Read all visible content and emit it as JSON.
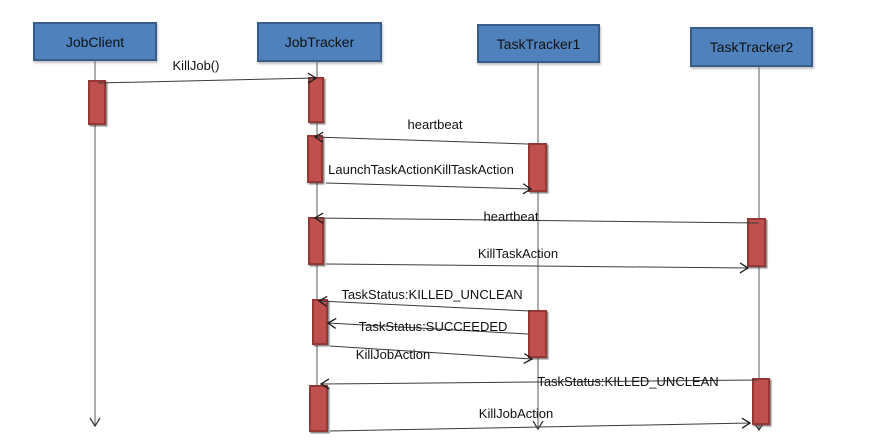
{
  "diagram": {
    "type": "uml-sequence-diagram",
    "actors": [
      {
        "name": "JobClient"
      },
      {
        "name": "JobTracker"
      },
      {
        "name": "TaskTracker1"
      },
      {
        "name": "TaskTracker2"
      }
    ],
    "messages": [
      {
        "label": "KillJob()",
        "from": "JobClient",
        "to": "JobTracker"
      },
      {
        "label": "heartbeat",
        "from": "TaskTracker1",
        "to": "JobTracker"
      },
      {
        "label": "LaunchTaskActionKillTaskAction",
        "from": "JobTracker",
        "to": "TaskTracker1"
      },
      {
        "label": "heartbeat",
        "from": "TaskTracker2",
        "to": "JobTracker"
      },
      {
        "label": "KillTaskAction",
        "from": "JobTracker",
        "to": "TaskTracker2"
      },
      {
        "label": "TaskStatus:KILLED_UNCLEAN",
        "from": "TaskTracker1",
        "to": "JobTracker"
      },
      {
        "label": "TaskStatus:SUCCEEDED",
        "from": "TaskTracker1",
        "to": "JobTracker"
      },
      {
        "label": "KillJobAction",
        "from": "JobTracker",
        "to": "TaskTracker1"
      },
      {
        "label": "TaskStatus:KILLED_UNCLEAN",
        "from": "TaskTracker2",
        "to": "JobTracker"
      },
      {
        "label": "KillJobAction",
        "from": "JobTracker",
        "to": "TaskTracker2"
      }
    ],
    "colors": {
      "actor_fill": "#4f81bd",
      "actor_border": "#385d8a",
      "activation_fill": "#c0504d",
      "activation_border": "#953735",
      "lifeline": "#7f7f7f",
      "message_line": "#3a3a3a",
      "text": "#111111",
      "background": "#ffffff"
    }
  }
}
